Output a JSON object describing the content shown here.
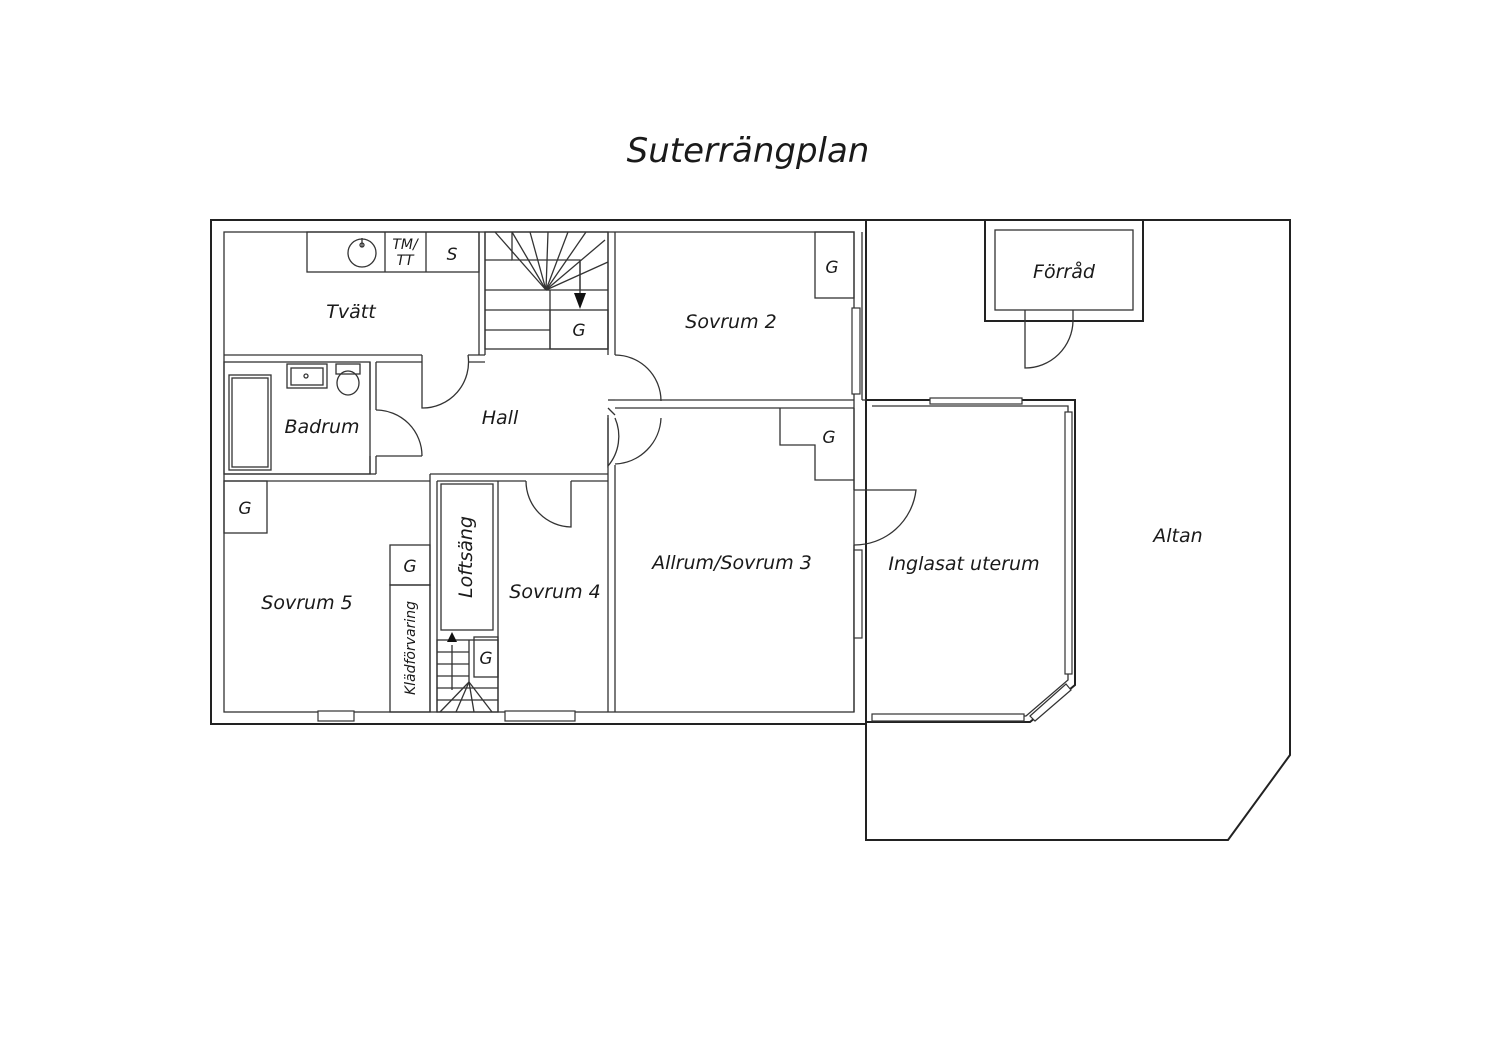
{
  "title": "Suterrängplan",
  "rooms": {
    "tvatt": "Tvätt",
    "tm_tt_line1": "TM/",
    "tm_tt_line2": "TT",
    "s": "S",
    "badrum": "Badrum",
    "hall": "Hall",
    "sovrum2": "Sovrum 2",
    "forrad": "Förråd",
    "allrum": "Allrum/Sovrum 3",
    "uterum": "Inglasat uterum",
    "altan": "Altan",
    "sovrum5": "Sovrum 5",
    "sovrum4": "Sovrum 4",
    "loftsang": "Loftsäng",
    "kladforvaring": "Klädförvaring"
  },
  "closet_label": "G",
  "colors": {
    "line": "#222222",
    "background": "#ffffff"
  }
}
